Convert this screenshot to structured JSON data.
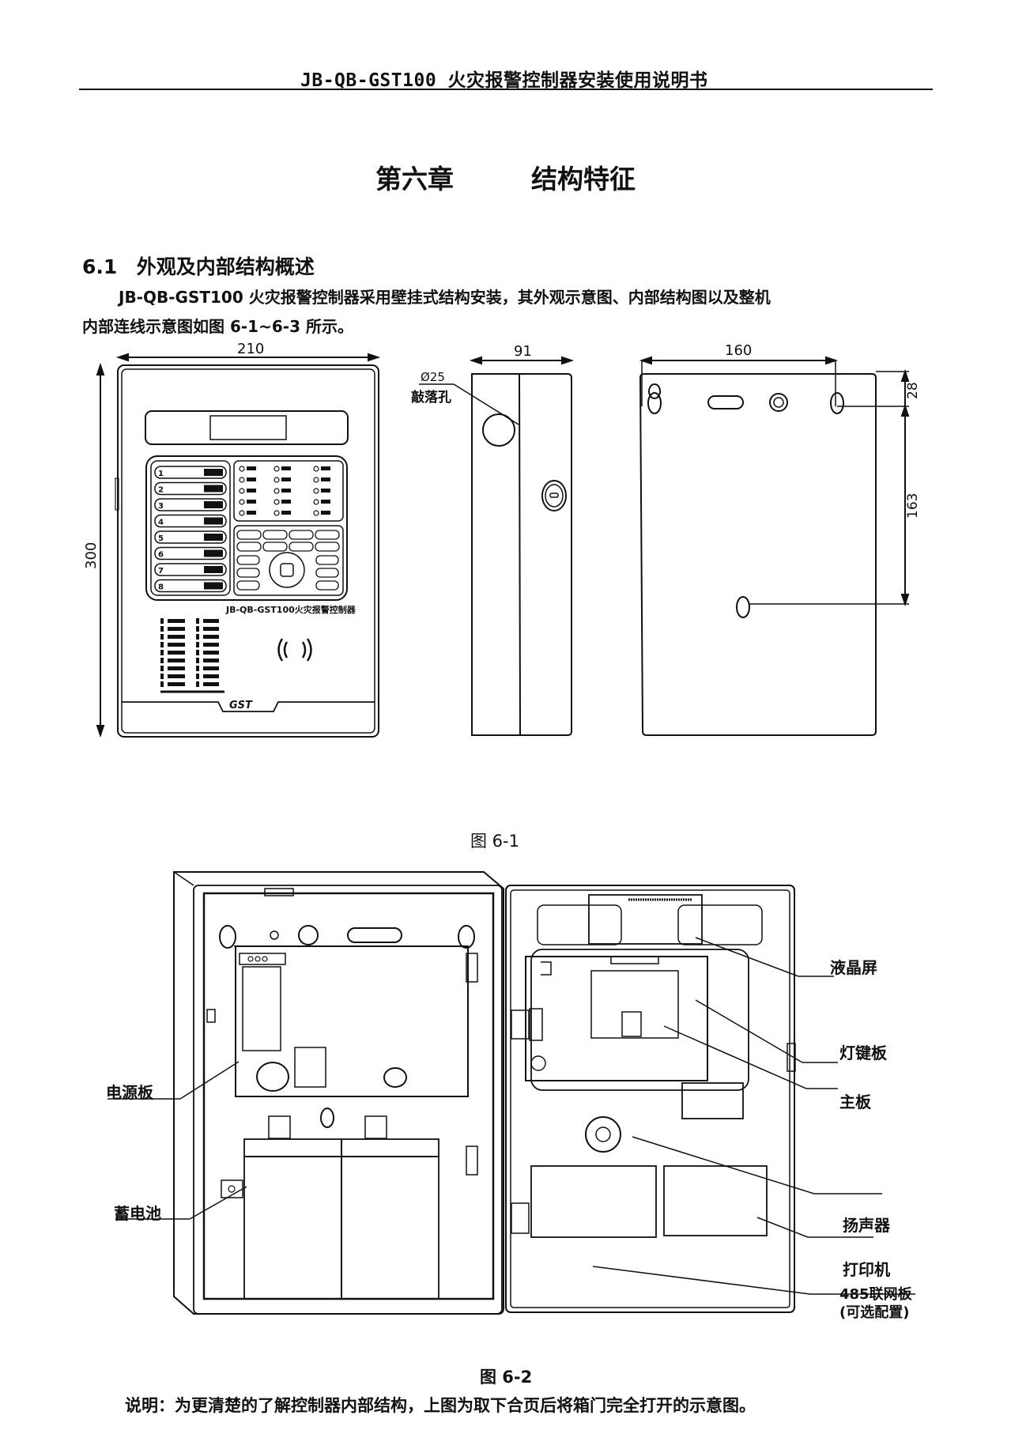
{
  "header": {
    "title": "JB-QB-GST100 火灾报警控制器安装使用说明书"
  },
  "chapter": {
    "number": "第六章",
    "title": "结构特征"
  },
  "section": {
    "number": "6.1",
    "title": "外观及内部结构概述"
  },
  "paragraph": {
    "line1": "JB-QB-GST100 火灾报警控制器采用壁挂式结构安装，其外观示意图、内部结构图以及整机",
    "line2": "内部连线示意图如图 6-1~6-3 所示。"
  },
  "figure1": {
    "caption": "图 6-1",
    "front_view": {
      "width_dim": "210",
      "height_dim": "300",
      "model_label": "JB-QB-GST100火灾报警控制器",
      "brand_logo": "GST",
      "loop_numbers": [
        "1",
        "2",
        "3",
        "4",
        "5",
        "6",
        "7",
        "8"
      ]
    },
    "side_view": {
      "depth_dim": "91",
      "knockout_dim": "Ø25",
      "knockout_label": "敲落孔"
    },
    "back_view": {
      "hole_spacing_dim": "160",
      "top_offset_dim": "28",
      "vertical_spacing_dim": "163"
    }
  },
  "figure2": {
    "caption": "图 6-2",
    "left_labels": {
      "power_board": "电源板",
      "battery": "蓄电池"
    },
    "right_labels": {
      "lcd": "液晶屏",
      "key_board": "灯键板",
      "main_board": "主板",
      "speaker": "扬声器",
      "printer": "打印机",
      "network_board_line1": "485联网板",
      "network_board_line2": "(可选配置)"
    }
  },
  "note": "说明：为更清楚的了解控制器内部结构，上图为取下合页后将箱门完全打开的示意图。"
}
